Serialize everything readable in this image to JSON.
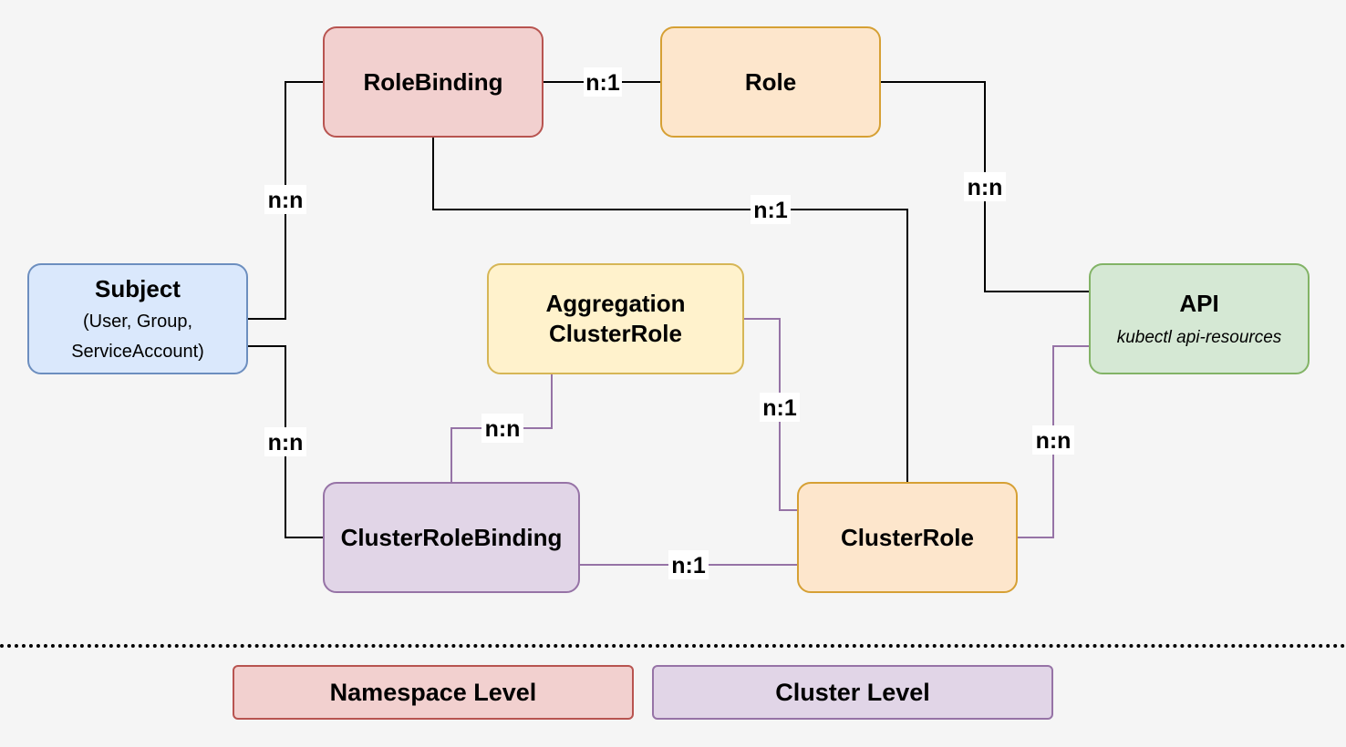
{
  "nodes": {
    "rolebinding": {
      "label": "RoleBinding"
    },
    "role": {
      "label": "Role"
    },
    "subject": {
      "label": "Subject",
      "line2": "(User, Group,",
      "line3": "ServiceAccount)"
    },
    "aggregation": {
      "line1": "Aggregation",
      "line2": "ClusterRole"
    },
    "api": {
      "label": "API",
      "sub": "kubectl api-resources"
    },
    "clusterrolebinding": {
      "label": "ClusterRoleBinding"
    },
    "clusterrole": {
      "label": "ClusterRole"
    }
  },
  "edges": {
    "rolebinding_role": "n:1",
    "subject_rolebinding": "n:n",
    "rolebinding_clusterrole": "n:1",
    "role_api": "n:n",
    "subject_clusterrolebinding": "n:n",
    "aggregation_clusterrolebinding": "n:n",
    "aggregation_clusterrole": "n:1",
    "clusterrole_api": "n:n",
    "clusterrolebinding_clusterrole": "n:1"
  },
  "legend": {
    "namespace_level": "Namespace Level",
    "cluster_level": "Cluster Level"
  },
  "colors": {
    "namespace_fill": "#f2d0cf",
    "namespace_stroke": "#b85450",
    "cluster_fill": "#e1d5e7",
    "cluster_stroke": "#9673a6",
    "role_fill": "#fde6cc",
    "role_stroke": "#d6a034",
    "subject_fill": "#dae8fc",
    "subject_stroke": "#6c8ebf",
    "api_fill": "#d5e8d4",
    "api_stroke": "#82b366",
    "aggregation_fill": "#fff2cc",
    "aggregation_stroke": "#d6b656"
  }
}
